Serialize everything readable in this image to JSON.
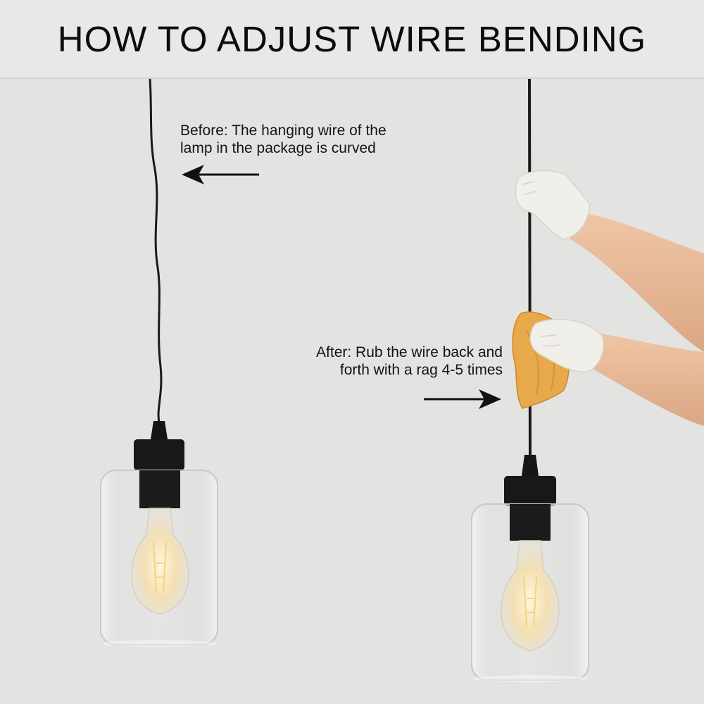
{
  "title": "HOW TO ADJUST WIRE BENDING",
  "before": {
    "line1": "Before: The hanging wire of the",
    "line2": "lamp in the package is curved"
  },
  "after": {
    "line1": "After: Rub the wire back and",
    "line2": "forth with a rag 4-5 times"
  },
  "colors": {
    "background": "#e3e3e2",
    "wire": "#1a1a1a",
    "rag": "#e8a94a",
    "glove": "#f1efe9",
    "skin": "#e9b996"
  },
  "icons": [
    "arrow-left-icon",
    "arrow-right-icon"
  ]
}
